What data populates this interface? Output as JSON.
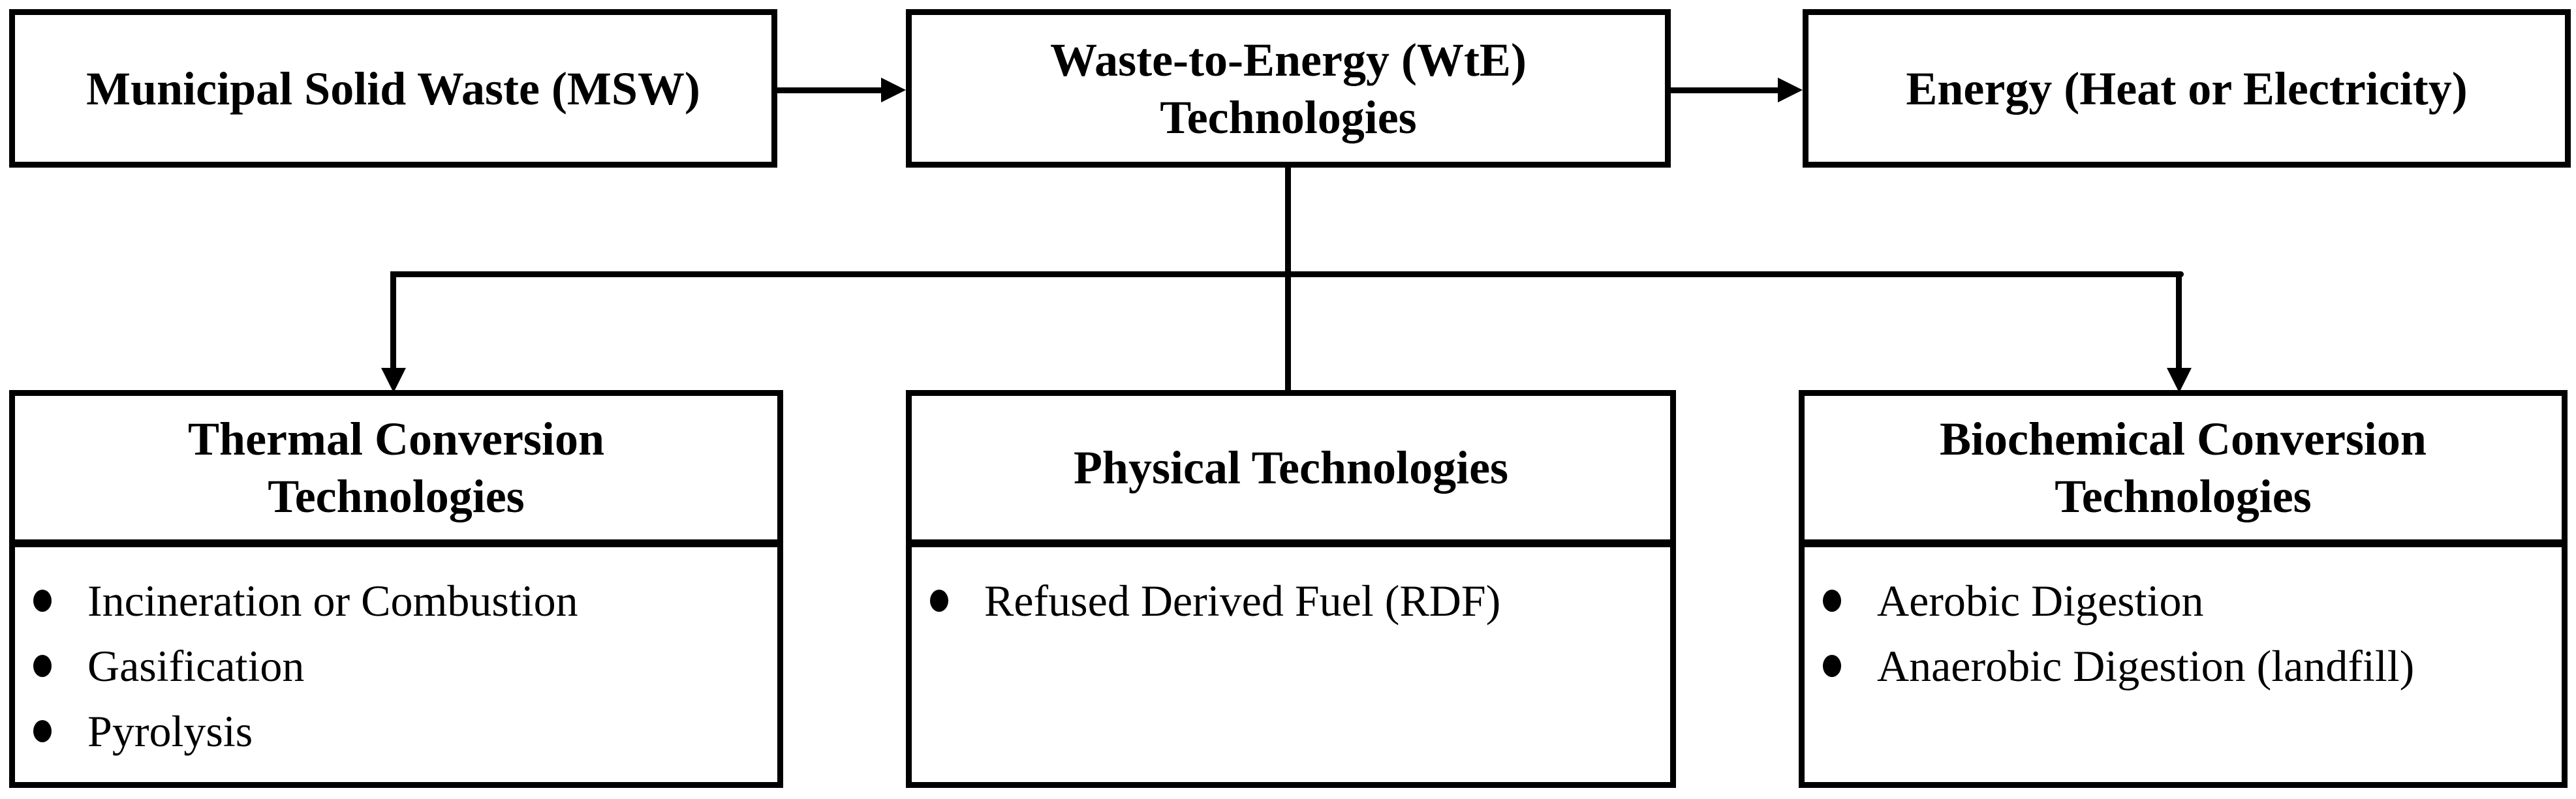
{
  "colors": {
    "line": "#000000",
    "background": "#ffffff",
    "box_fill": "#ffffff",
    "text": "#000000"
  },
  "top_row": {
    "msw": {
      "title": "Municipal Solid Waste (MSW)"
    },
    "wte": {
      "title": "Waste-to-Energy (WtE)\nTechnologies"
    },
    "energy": {
      "title": "Energy (Heat or Electricity)"
    }
  },
  "bottom_row": {
    "thermal": {
      "title": "Thermal Conversion\nTechnologies",
      "items": [
        "Incineration or Combustion",
        "Gasification",
        "Pyrolysis"
      ]
    },
    "physical": {
      "title": "Physical Technologies",
      "items": [
        "Refused Derived Fuel (RDF)"
      ]
    },
    "biochemical": {
      "title": "Biochemical Conversion\nTechnologies",
      "items": [
        "Aerobic Digestion",
        "Anaerobic Digestion (landfill)"
      ]
    }
  }
}
